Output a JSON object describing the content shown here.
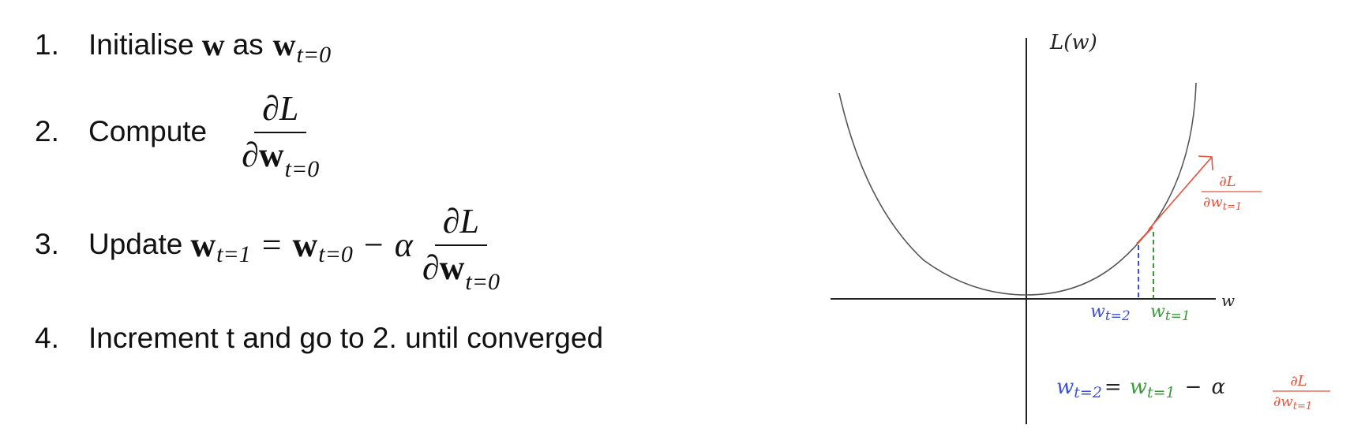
{
  "steps": {
    "s1": {
      "num": "1.",
      "text": "Initialise",
      "w": "w",
      "as": "as",
      "w0": "w",
      "w0_sub": "t=0"
    },
    "s2": {
      "num": "2.",
      "text": "Compute",
      "frac_num": "∂L",
      "frac_den_d": "∂",
      "frac_den_w": "w",
      "frac_den_sub": "t=0"
    },
    "s3": {
      "num": "3.",
      "text": "Update",
      "lhs_w": "w",
      "lhs_sub": "t=1",
      "eq": "=",
      "rhs_w": "w",
      "rhs_sub": "t=0",
      "minus": "−",
      "alpha": "α",
      "frac_num": "∂L",
      "frac_den_d": "∂",
      "frac_den_w": "w",
      "frac_den_sub": "t=0"
    },
    "s4": {
      "num": "4.",
      "text": "Increment t and go to 2. until converged"
    }
  },
  "diagram": {
    "y_axis_label": "L(w)",
    "x_axis_label": "w",
    "gradient_num": "∂L",
    "gradient_den": "∂w",
    "gradient_sub": "t=1",
    "w2_label": "w",
    "w2_sub": "t=2",
    "w1_label": "w",
    "w1_sub": "t=1",
    "formula": {
      "w2": "w",
      "w2_sub": "t=2",
      "eq": "=",
      "w1": "w",
      "w1_sub": "t=1",
      "minus": "−",
      "alpha": "α",
      "grad_num": "∂L",
      "grad_den": "∂w",
      "grad_sub": "t=1"
    },
    "colors": {
      "blue": "#3b4fd8",
      "green": "#3a9a3a",
      "red": "#e5533d",
      "axis": "#222222",
      "curve": "#555555"
    }
  }
}
